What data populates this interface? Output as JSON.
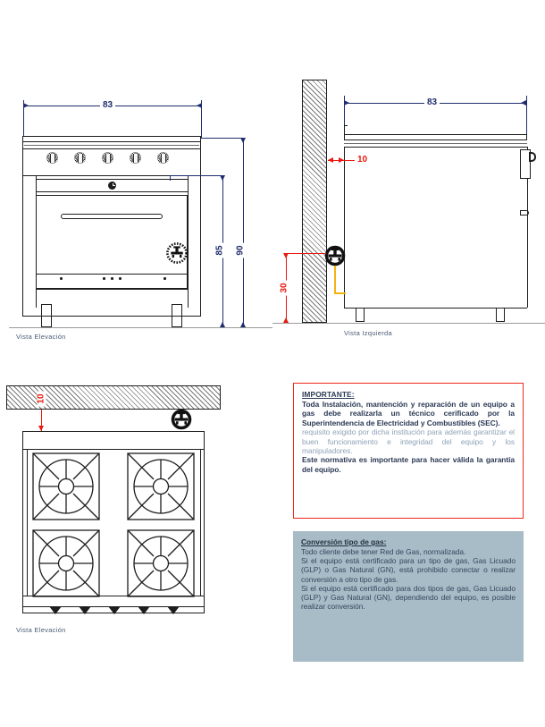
{
  "document": {
    "type": "technical-drawing",
    "subject": "Cocina a gas - dimensiones e instalación"
  },
  "views": {
    "front": {
      "caption": "Vista Elevación",
      "dimensions": {
        "width": "83",
        "height_body": "85",
        "height_total": "90"
      },
      "knob_count": 5,
      "icons": [
        "gas-valve-icon",
        "oven-timer-icon"
      ]
    },
    "left": {
      "caption": "Vista Izquierda",
      "dimensions": {
        "depth": "83",
        "wall_clearance": "10",
        "valve_height": "30"
      },
      "icons": [
        "gas-valve-icon",
        "gas-pipe"
      ]
    },
    "top": {
      "caption": "Vista Elevación",
      "dimensions": {
        "wall_clearance": "10"
      },
      "burner_count": 4,
      "icons": [
        "gas-valve-icon"
      ]
    }
  },
  "notes": {
    "important": {
      "title": "IMPORTANTE:",
      "bold_lead": "Toda Instalación, mantención y reparación de un equipo a gas debe realizarla un técnico cerificado por la Superintendencia de Electricidad y Combustibles (SEC).",
      "light_middle": "requisito exigido por dicha institución para además garantizar el buen funcionamiento e integridad del equipo y los manipuladores.",
      "bold_tail": "Este normativa es importante para hacer válida la garantía del equipo.",
      "border_color": "#ee2a1d"
    },
    "conversion": {
      "title": "Conversión tipo de gas:",
      "paragraphs": [
        "Todo cliente debe tener Red de Gas, normalizada.",
        "Si el equipo está certificado para un tipo de gas, Gas Licuado (GLP) o Gas Natural (GN), está prohibido conectar o realizar conversión a otro tipo de gas.",
        "Si el equipo está certificado para dos tipos de gas, Gas Licuado (GLP) y Gas Natural (GN), dependiendo del equipo, es posible realizar conversión."
      ],
      "background_color": "#a8bcc7"
    }
  },
  "colors": {
    "dimension_blue": "#1f2d6e",
    "dimension_red": "#e8190f",
    "gas_pipe_yellow": "#f5b312",
    "line_black": "#1d1d1d"
  }
}
